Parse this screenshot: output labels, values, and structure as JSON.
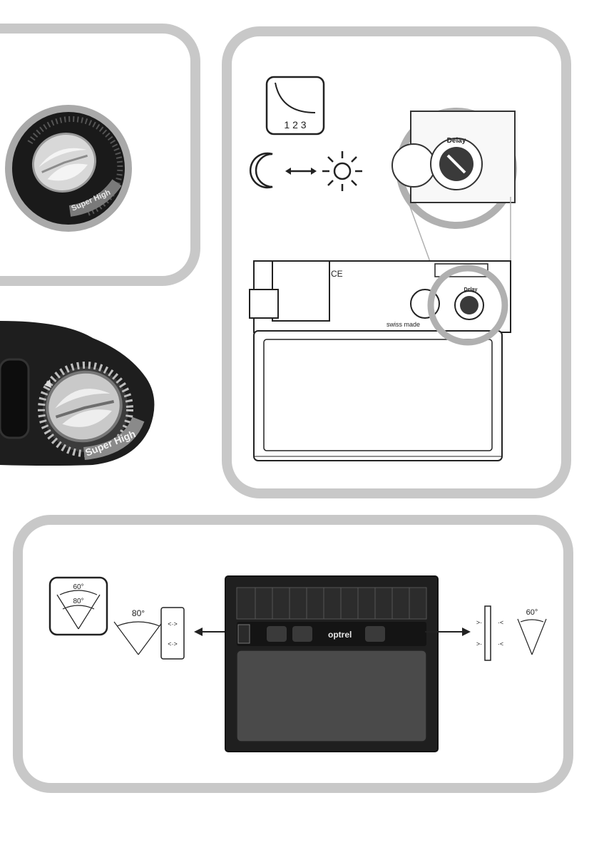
{
  "panel_top_left": {
    "dial_label": "Super High"
  },
  "panel_middle_left": {
    "dial_label": "Super High"
  },
  "panel_top_right": {
    "curve_numbers": "1 2 3",
    "dial_label": "Delay",
    "dial_label_small": "Delay",
    "ce_mark": "CE",
    "swiss_made": "swiss made"
  },
  "panel_bottom": {
    "angle_icon_top": "60°",
    "angle_icon_bottom": "80°",
    "left_angle": "80°",
    "right_angle": "60°",
    "brand": "optrel"
  }
}
